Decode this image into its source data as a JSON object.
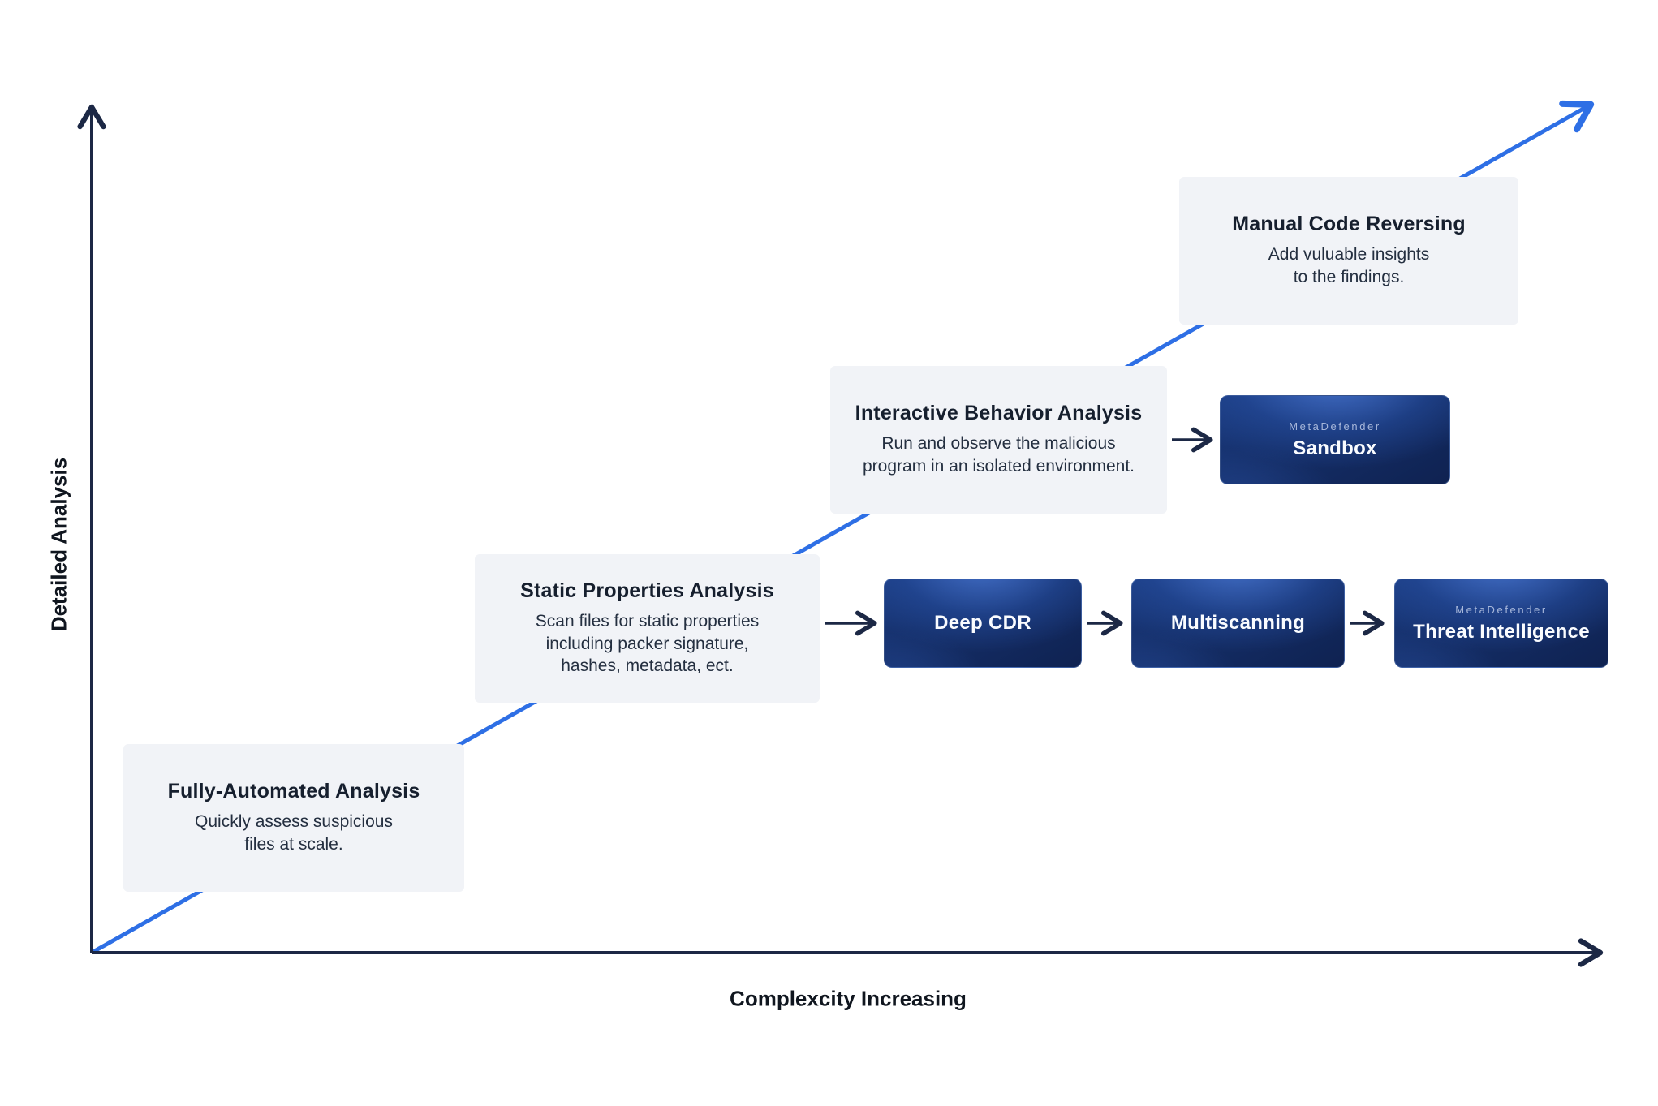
{
  "axes": {
    "y_label": "Detailed Analysis",
    "x_label": "Complexcity Increasing"
  },
  "stages": [
    {
      "title": "Fully-Automated Analysis",
      "description": "Quickly assess suspicious\nfiles at scale."
    },
    {
      "title": "Static Properties Analysis",
      "description": "Scan files for static properties\nincluding packer signature,\nhashes, metadata, ect."
    },
    {
      "title": "Interactive Behavior Analysis",
      "description": "Run and observe the malicious\nprogram in an isolated environment."
    },
    {
      "title": "Manual Code Reversing",
      "description": "Add vuluable insights\nto the findings."
    }
  ],
  "products": {
    "deep_cdr": {
      "name": "Deep CDR"
    },
    "multiscanning": {
      "name": "Multiscanning"
    },
    "threat_intelligence": {
      "brand": "MetaDefender",
      "name": "Threat Intelligence"
    },
    "sandbox": {
      "brand": "MetaDefender",
      "name": "Sandbox"
    }
  },
  "colors": {
    "accent_blue": "#2E6FE5",
    "axis_navy": "#1C2845",
    "stage_panel_bg": "#F1F3F7",
    "stage_title_text": "#161F2E",
    "stage_body_text": "#242F40",
    "product_glow_blue": "#2B57A8",
    "product_dark_blue": "#0F2251",
    "product_brand_text": "#A7B7DA",
    "product_name_text": "#FFFFFF"
  }
}
